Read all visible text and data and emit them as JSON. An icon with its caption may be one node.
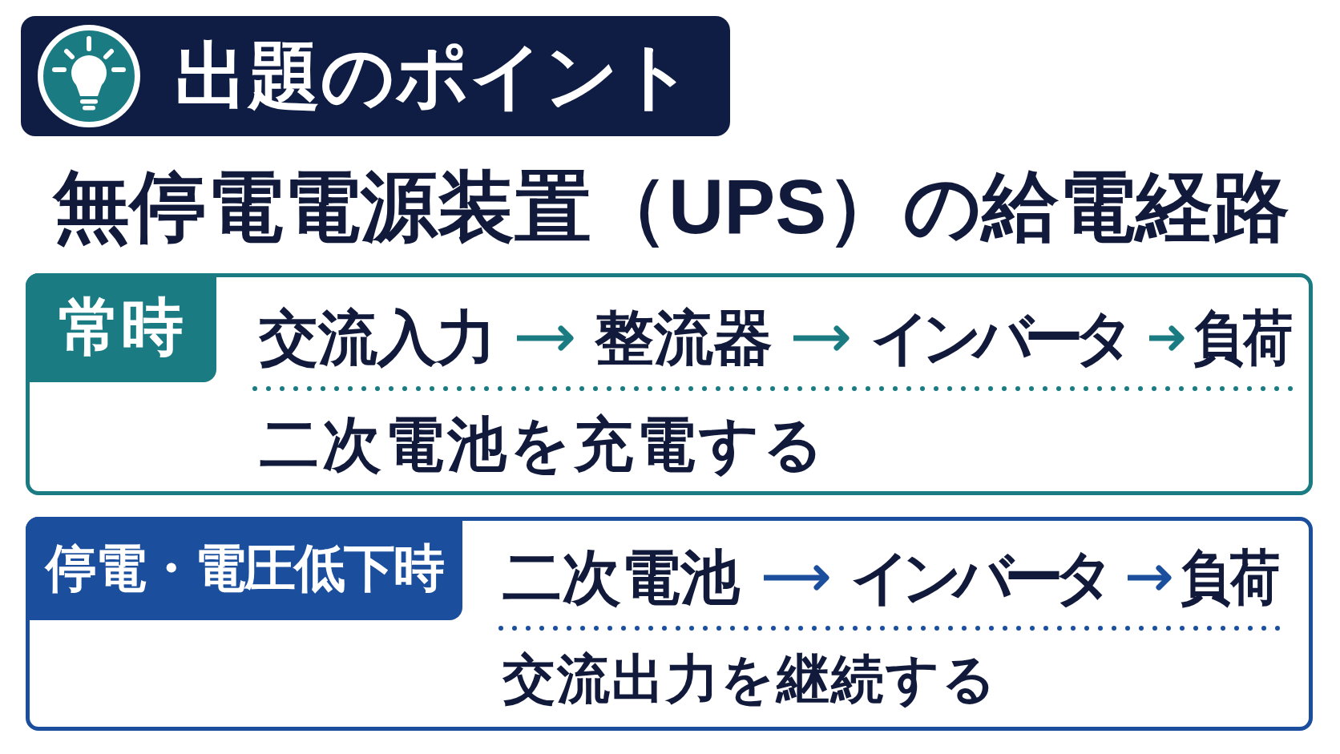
{
  "diagram": {
    "title": "無停電電源装置（UPS）の給電経路",
    "nodes": [
      {
        "text": [
          "出題のポイント"
        ]
      },
      {
        "text": [
          "常時",
          "二次電池を充電する"
        ]
      },
      {
        "text": [
          "交流入力"
        ],
        "in": 1
      },
      {
        "text": [
          "整流器"
        ],
        "in": 1
      },
      {
        "text": [
          "インバータ"
        ],
        "in": 1
      },
      {
        "text": [
          "負荷"
        ],
        "in": 1
      },
      {
        "text": [
          "停電・電圧低下時",
          "交流出力を継続する"
        ]
      },
      {
        "text": [
          "二次電池"
        ],
        "in": 6
      },
      {
        "text": [
          "インバータ"
        ],
        "in": 6
      },
      {
        "text": [
          "負荷"
        ],
        "in": 6
      }
    ],
    "edges": [
      {
        "from": 2,
        "to": 3,
        "arrow": "to"
      },
      {
        "from": 3,
        "to": 4,
        "arrow": "to"
      },
      {
        "from": 4,
        "to": 5,
        "arrow": "to"
      },
      {
        "from": 7,
        "to": 8,
        "arrow": "to",
        "color": "#1b4f9e"
      },
      {
        "from": 8,
        "to": 9,
        "arrow": "to",
        "color": "#1b4f9e"
      }
    ]
  }
}
